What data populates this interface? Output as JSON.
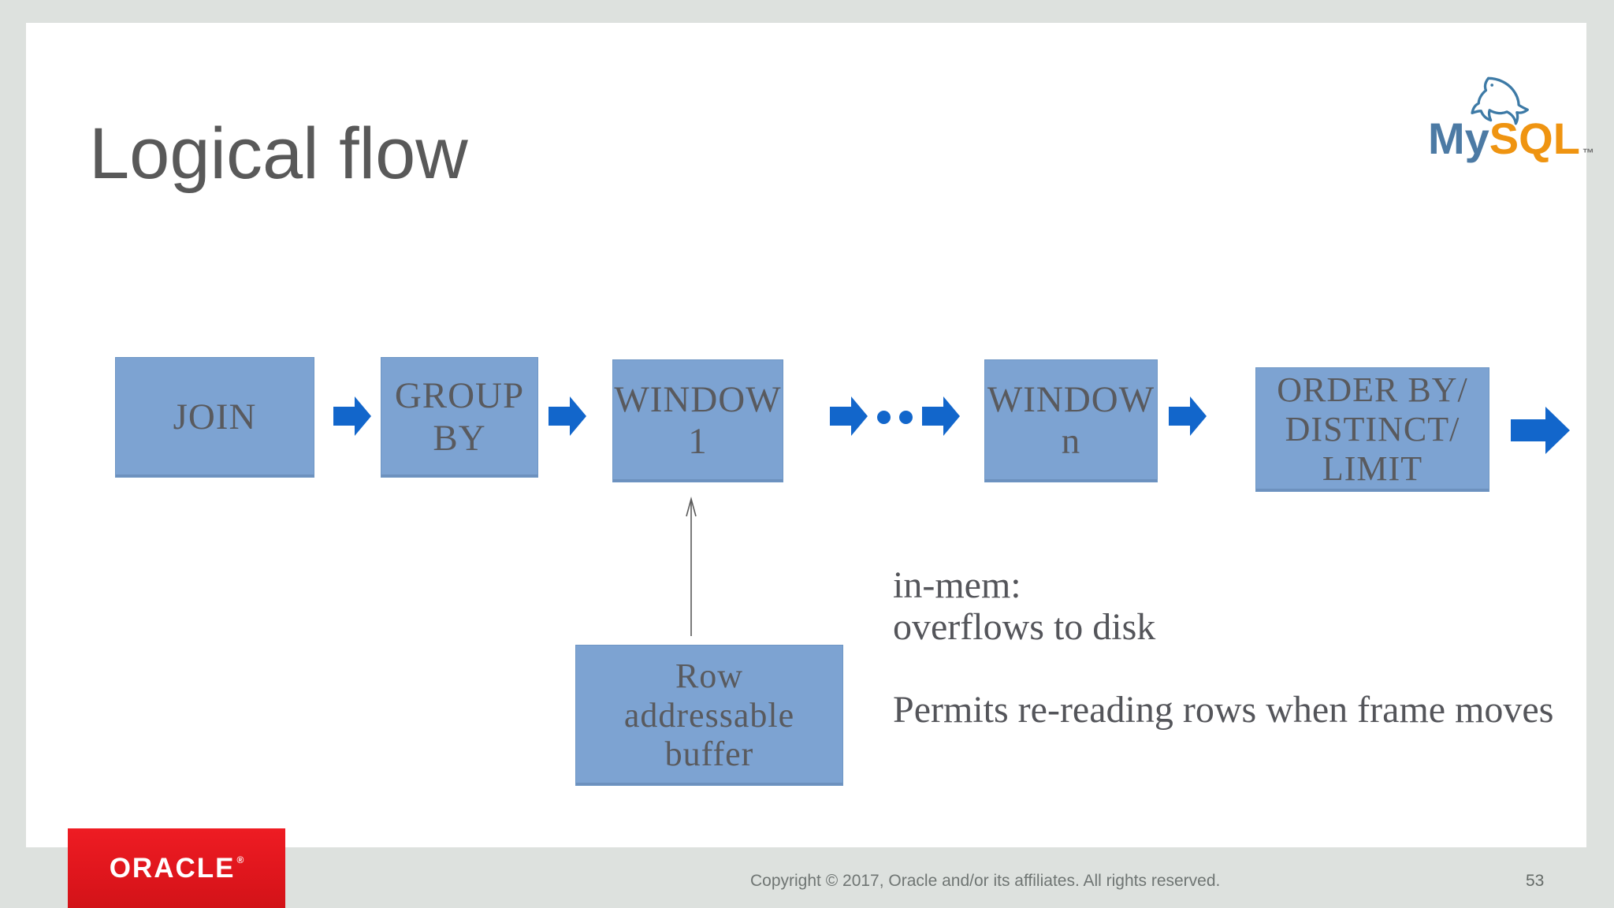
{
  "slide": {
    "title": "Logical flow",
    "page_number": "53",
    "copyright": "Copyright © 2017, Oracle and/or its affiliates. All rights reserved."
  },
  "logos": {
    "mysql_my": "My",
    "mysql_sql": "SQL",
    "mysql_tm": "™",
    "oracle": "ORACLE",
    "oracle_reg": "®"
  },
  "flow": {
    "boxes": [
      {
        "label": "JOIN"
      },
      {
        "label": "GROUP\nBY"
      },
      {
        "label": "WINDOW\n1"
      },
      {
        "label": "WINDOW\nn"
      },
      {
        "label": "ORDER BY/\nDISTINCT/\nLIMIT"
      }
    ],
    "ellipsis_dots": 2,
    "buffer_label": "Row\naddressable\nbuffer"
  },
  "annotations": {
    "buffer_note": "in-mem:\noverflows to disk",
    "permits_note": "Permits re-reading rows when frame moves"
  },
  "colors": {
    "background_gray": "#dde1de",
    "slide_white": "#ffffff",
    "box_fill": "#7da3d2",
    "box_border": "#6e96c4",
    "arrow_blue": "#1266cb",
    "text_gray": "#595959",
    "oracle_red": "#e21e26",
    "mysql_blue": "#4c7aa4",
    "mysql_orange": "#ef9411"
  }
}
